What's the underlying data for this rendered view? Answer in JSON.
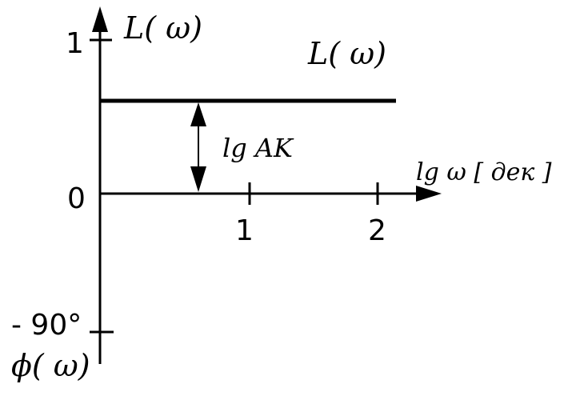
{
  "chart_data": {
    "type": "line",
    "y_axis_label": "L( ω)",
    "x_axis_label": "lg ω [ дек ]",
    "curve_label": "L( ω)",
    "dimension_label": "lg AK",
    "y_tick_top": "1",
    "y_tick_origin": "0",
    "x_ticks": [
      "1",
      "2"
    ],
    "phase_tick_label": "- 90°",
    "phase_axis_label": "ϕ( ω)"
  }
}
